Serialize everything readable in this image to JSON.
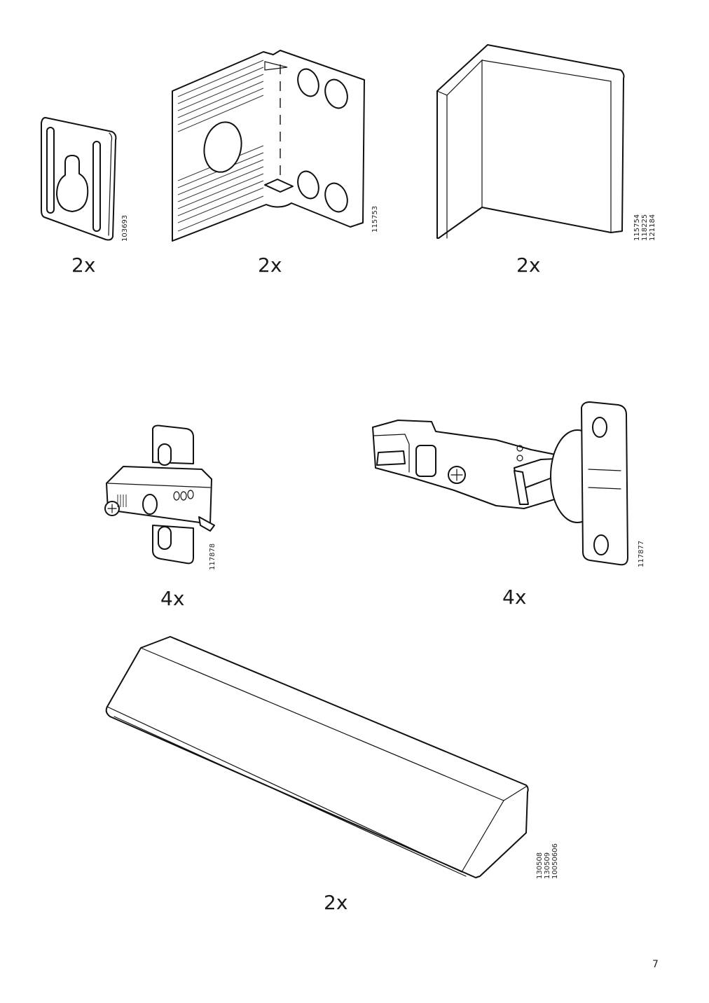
{
  "parts": [
    {
      "id": "keyhole-plate",
      "icon": "keyhole-mounting-plate-icon",
      "quantity": "2x",
      "codes": [
        "103693"
      ]
    },
    {
      "id": "corner-bracket",
      "icon": "angle-bracket-icon",
      "quantity": "2x",
      "codes": [
        "115753"
      ]
    },
    {
      "id": "corner-piece",
      "icon": "corner-piece-icon",
      "quantity": "2x",
      "codes": [
        "115754",
        "118225",
        "121184"
      ]
    },
    {
      "id": "mounting-plate",
      "icon": "hinge-mounting-plate-icon",
      "quantity": "4x",
      "codes": [
        "117878"
      ]
    },
    {
      "id": "hinge",
      "icon": "cabinet-hinge-icon",
      "quantity": "4x",
      "codes": [
        "117877"
      ]
    },
    {
      "id": "handle",
      "icon": "handle-bar-icon",
      "quantity": "2x",
      "codes": [
        "130508",
        "130509",
        "10050606"
      ]
    }
  ],
  "page_number": "7"
}
